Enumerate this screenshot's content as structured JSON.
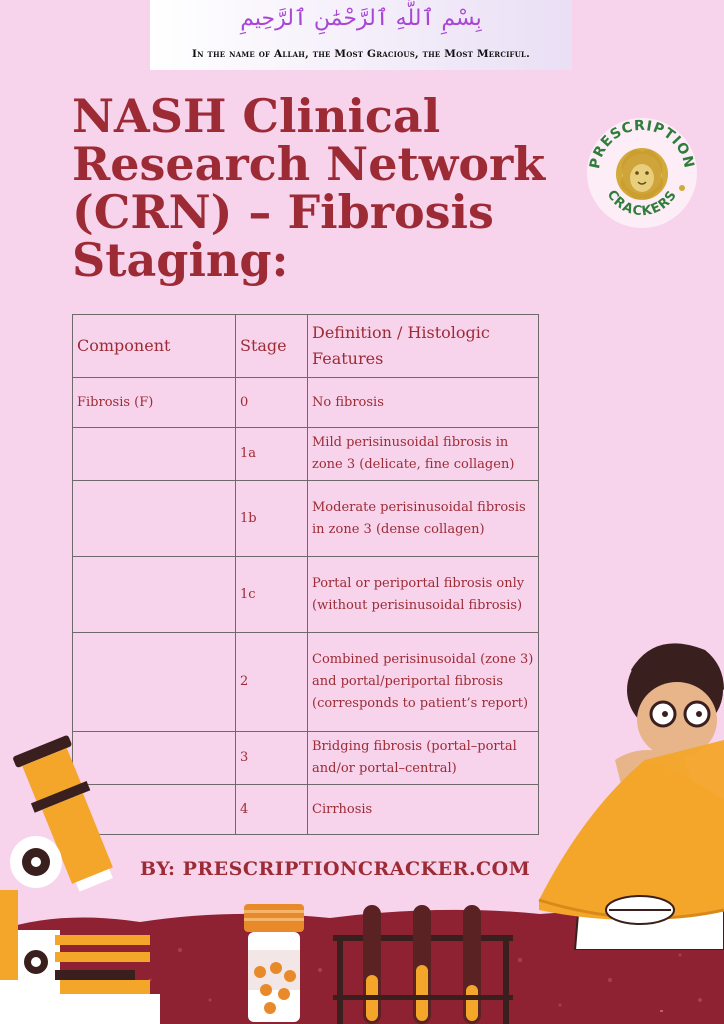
{
  "header": {
    "bismillah": "بِسْمِ ٱللَّهِ ٱلرَّحْمَٰنِ ٱلرَّحِيمِ",
    "tagline": "In the name of Allah, the Most Gracious, the Most Merciful."
  },
  "title": "NASH Clinical Research Network (CRN) – Fibrosis Staging:",
  "logo": {
    "icon": "lion-icon",
    "text_top": "PRESCRIPTION",
    "text_bottom": "CRACKERS"
  },
  "table": {
    "headers": [
      "Component",
      "Stage",
      "Definition / Histologic Features"
    ],
    "rows": [
      {
        "component": "Fibrosis (F)",
        "stage": "0",
        "definition": "No fibrosis"
      },
      {
        "component": "",
        "stage": "1a",
        "definition": "Mild perisinusoidal fibrosis in zone 3 (delicate, fine collagen)"
      },
      {
        "component": "",
        "stage": "1b",
        "definition": "Moderate perisinusoidal fibrosis in zone 3 (dense collagen)"
      },
      {
        "component": "",
        "stage": "1c",
        "definition": "Portal or periportal fibrosis only (without perisinusoidal fibrosis)"
      },
      {
        "component": "",
        "stage": "2",
        "definition": "Combined perisinusoidal (zone 3) and portal/periportal fibrosis (corresponds to patient’s report)"
      },
      {
        "component": "",
        "stage": "3",
        "definition": "Bridging fibrosis (portal–portal and/or portal–central)"
      },
      {
        "component": "",
        "stage": "4",
        "definition": "Cirrhosis"
      }
    ]
  },
  "byline": "BY: PRESCRIPTIONCRACKER.COM",
  "colors": {
    "background": "#f7d3ec",
    "title": "#9d2b35",
    "ground": "#8e2233",
    "logo_green": "#2f7d3b",
    "logo_gold": "#d2aa3a"
  }
}
